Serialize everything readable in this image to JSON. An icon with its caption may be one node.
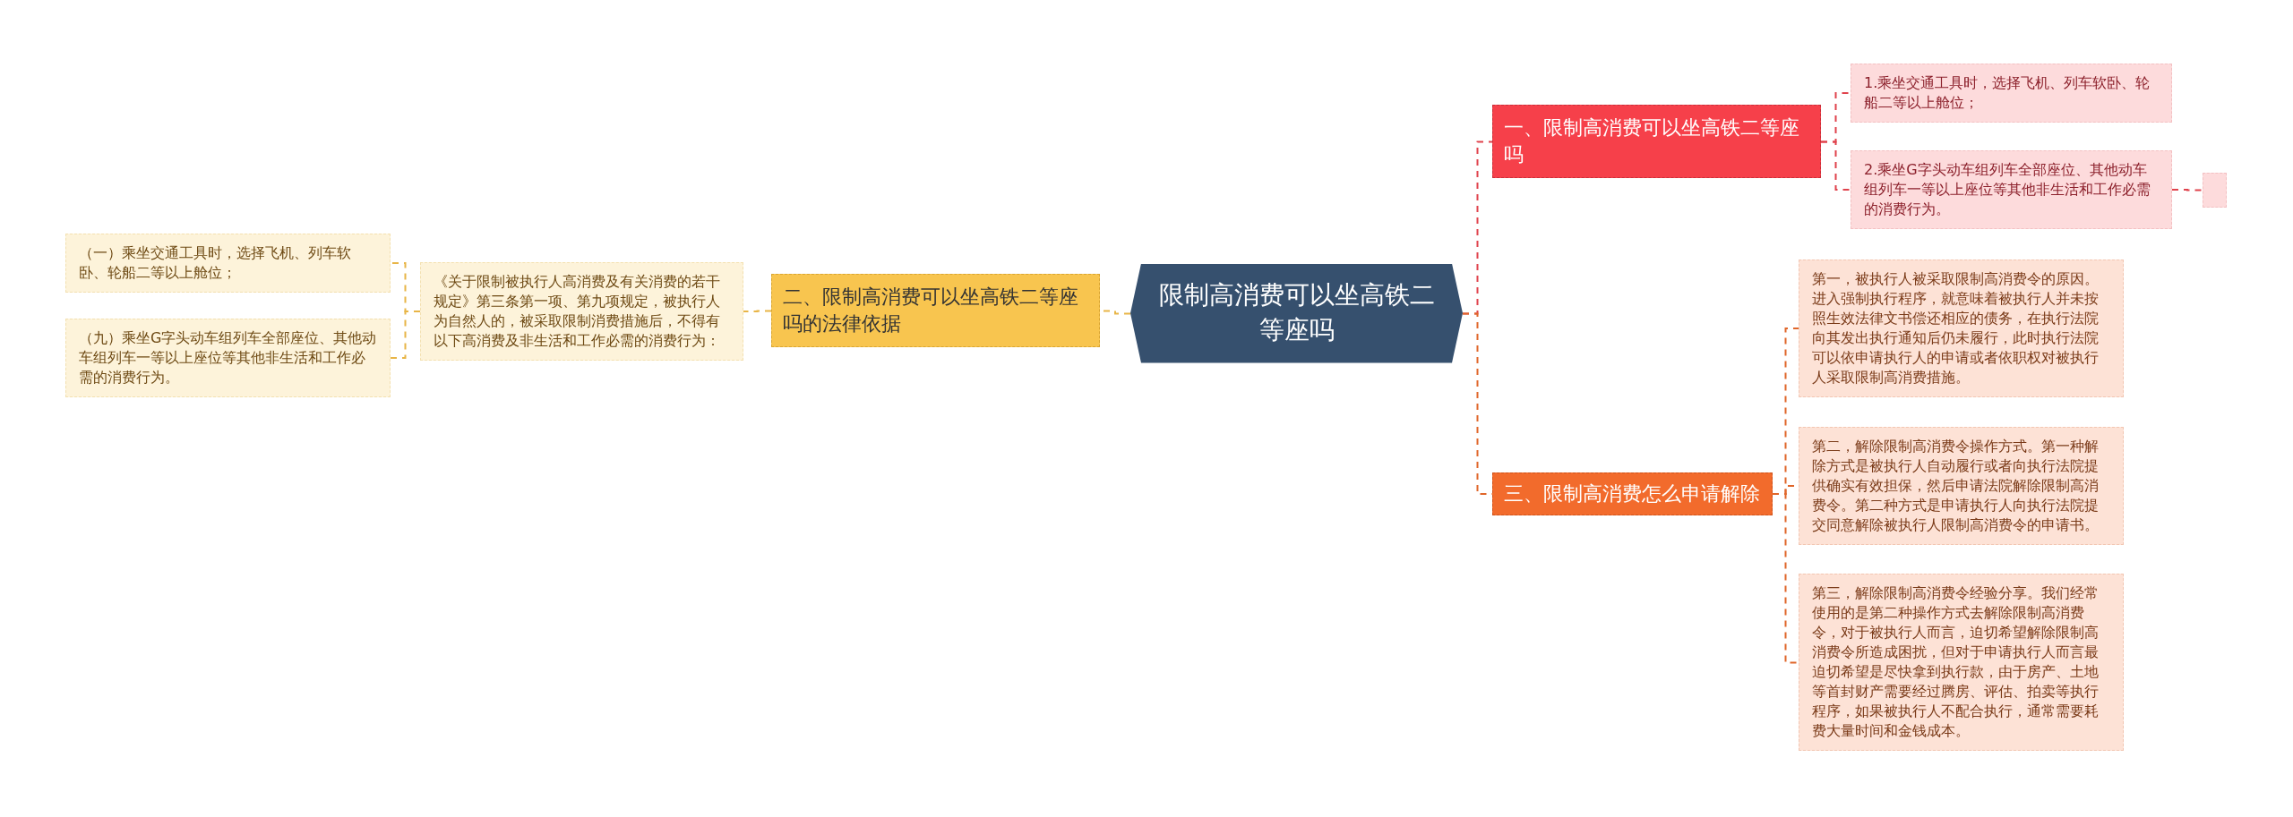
{
  "diagram": {
    "nodes": [
      {
        "text": [
          "限制高消费可以坐高铁二等座吗"
        ]
      },
      {
        "text": [
          "一、限制高消费可以坐高铁二等座吗"
        ]
      },
      {
        "text": [
          "1.乘坐交通工具时，选择飞机、列车软卧、轮船二等以上舱位；"
        ]
      },
      {
        "text": [
          "2.乘坐G字头动车组列车全部座位、其他动车组列车一等以上座位等其他非生活和工作必需的消费行为。"
        ]
      },
      {
        "text": [],
        "shape": "box"
      },
      {
        "text": [
          "二、限制高消费可以坐高铁二等座吗的法律依据"
        ]
      },
      {
        "text": [
          "《关于限制被执行人高消费及有关消费的若干规定》第三条第一项、第九项规定，被执行人为自然人的，被采取限制消费措施后，不得有以下高消费及非生活和工作必需的消费行为："
        ]
      },
      {
        "text": [
          "（一）乘坐交通工具时，选择飞机、列车软卧、轮船二等以上舱位；"
        ]
      },
      {
        "text": [
          "（九）乘坐G字头动车组列车全部座位、其他动车组列车一等以上座位等其他非生活和工作必需的消费行为。"
        ]
      },
      {
        "text": [
          "三、限制高消费怎么申请解除"
        ]
      },
      {
        "text": [
          "第一，被执行人被采取限制高消费令的原因。进入强制执行程序，就意味着被执行人并未按照生效法律文书偿还相应的债务，在执行法院向其发出执行通知后仍未履行，此时执行法院可以依申请执行人的申请或者依职权对被执行人采取限制高消费措施。"
        ]
      },
      {
        "text": [
          "第二，解除限制高消费令操作方式。第一种解除方式是被执行人自动履行或者向执行法院提供确实有效担保，然后申请法院解除限制高消费令。第二种方式是申请执行人向执行法院提交同意解除被执行人限制高消费令的申请书。"
        ]
      },
      {
        "text": [
          "第三，解除限制高消费令经验分享。我们经常使用的是第二种操作方式去解除限制高消费令，对于被执行人而言，迫切希望解除限制高消费令所造成困扰，但对于申请执行人而言最迫切希望是尽快拿到执行款，由于房产、土地等首封财产需要经过腾房、评估、拍卖等执行程序，如果被执行人不配合执行，通常需要耗费大量时间和金钱成本。"
        ]
      }
    ],
    "edges": [
      {
        "from": 0,
        "to": 1,
        "arrow": "none",
        "style": "dashed",
        "color": "#e0424c"
      },
      {
        "from": 1,
        "to": 2,
        "arrow": "none",
        "style": "dashed",
        "color": "#e0424c"
      },
      {
        "from": 1,
        "to": 3,
        "arrow": "none",
        "style": "dashed",
        "color": "#e0424c"
      },
      {
        "from": 3,
        "to": 4,
        "arrow": "none",
        "style": "dashed",
        "color": "#e0424c"
      },
      {
        "from": 0,
        "to": 5,
        "arrow": "none",
        "style": "dashed",
        "color": "#e8b547"
      },
      {
        "from": 5,
        "to": 6,
        "arrow": "none",
        "style": "dashed",
        "color": "#e8b547"
      },
      {
        "from": 6,
        "to": 7,
        "arrow": "none",
        "style": "dashed",
        "color": "#e8b547"
      },
      {
        "from": 6,
        "to": 8,
        "arrow": "none",
        "style": "dashed",
        "color": "#e8b547"
      },
      {
        "from": 0,
        "to": 9,
        "arrow": "none",
        "style": "dashed",
        "color": "#e0662a"
      },
      {
        "from": 9,
        "to": 10,
        "arrow": "none",
        "style": "dashed",
        "color": "#e0662a"
      },
      {
        "from": 9,
        "to": 11,
        "arrow": "none",
        "style": "dashed",
        "color": "#e0662a"
      },
      {
        "from": 9,
        "to": 12,
        "arrow": "none",
        "style": "dashed",
        "color": "#e0662a"
      }
    ]
  }
}
